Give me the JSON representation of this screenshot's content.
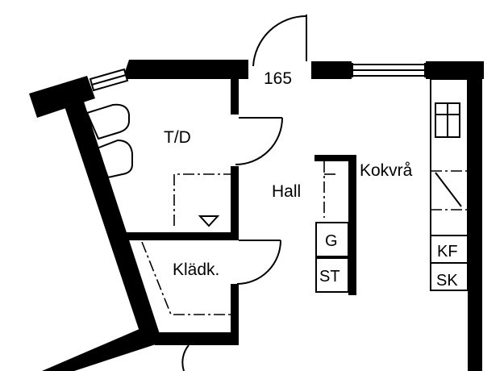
{
  "plan": {
    "rooms": {
      "td": "T/D",
      "hall": "Hall",
      "kladk": "Klädk.",
      "kokvra": "Kokvrå"
    },
    "dimension": "165",
    "fixtures": {
      "g": "G",
      "st": "ST",
      "kf": "KF",
      "sk": "SK"
    }
  }
}
